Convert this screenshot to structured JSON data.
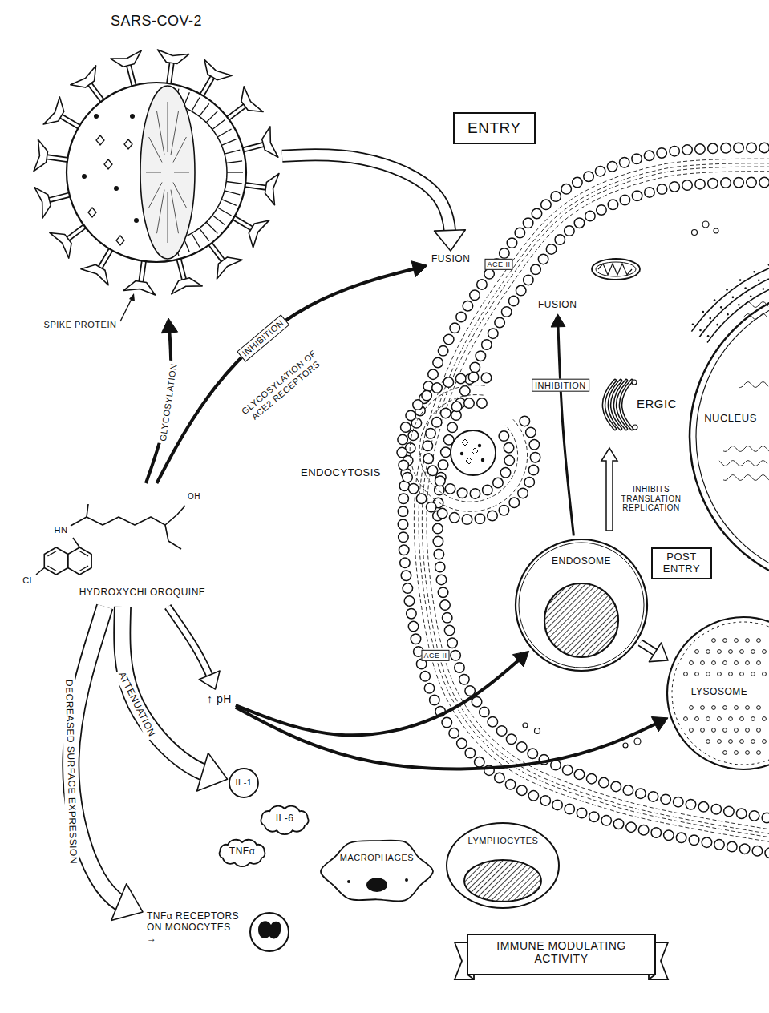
{
  "diagram": {
    "nodes": [
      {
        "text": [
          "SARS-COV-2"
        ]
      },
      {
        "text": [
          "ENTRY"
        ]
      },
      {
        "text": [
          "FUSION"
        ]
      },
      {
        "text": [
          "FUSION"
        ]
      },
      {
        "text": [
          "ERGIC"
        ]
      },
      {
        "text": [
          "NUCLEUS"
        ]
      },
      {
        "text": [
          "HYDROXYCHLOROQUINE"
        ]
      },
      {
        "text": [
          "ENDOSOME"
        ]
      },
      {
        "text": [
          "POST ENTRY"
        ]
      },
      {
        "text": [
          "↑ pH"
        ]
      },
      {
        "text": [
          "LYSOSOME"
        ]
      },
      {
        "text": [
          "IL-1"
        ]
      },
      {
        "text": [
          "IL-6"
        ]
      },
      {
        "text": [
          "TNFα"
        ]
      },
      {
        "text": [
          "MACROPHAGES"
        ]
      },
      {
        "text": [
          "LYMPHOCYTES"
        ]
      },
      {
        "text": [
          "TNFα RECEPTORS ON MONOCYTES →"
        ]
      },
      {
        "text": [
          "IMMUNE MODULATING ACTIVITY"
        ]
      }
    ],
    "edges": [
      {
        "from": 6,
        "to": 0,
        "arrow": "to",
        "label": "GLYCOSYLATION"
      },
      {
        "from": 6,
        "to": 2,
        "arrow": "to",
        "label": "INHIBITION"
      },
      {
        "from": 0,
        "to": 2,
        "arrow": "to"
      },
      {
        "from": 7,
        "to": 3,
        "arrow": "to",
        "label": "INHIBITION"
      },
      {
        "from": 6,
        "to": 9,
        "arrow": "to"
      },
      {
        "from": 9,
        "to": 7,
        "arrow": "to"
      },
      {
        "from": 9,
        "to": 10,
        "arrow": "to"
      },
      {
        "from": 6,
        "to": 11,
        "arrow": "to",
        "label": "ATTENUATION"
      },
      {
        "from": 6,
        "to": 16,
        "arrow": "to",
        "label": "DECREASED SURFACE EXPRESSION"
      },
      {
        "from": 7,
        "to": 10,
        "arrow": "to"
      }
    ],
    "labels": [
      "SPIKE PROTEIN",
      "GLYCOSYLATION OF ACE2 RECEPTORS",
      "HN",
      "OH",
      "Cl",
      "ACE II",
      "ACE II",
      "ENDOCYTOSIS",
      "INHIBITS TRANSLATION REPLICATION"
    ]
  }
}
